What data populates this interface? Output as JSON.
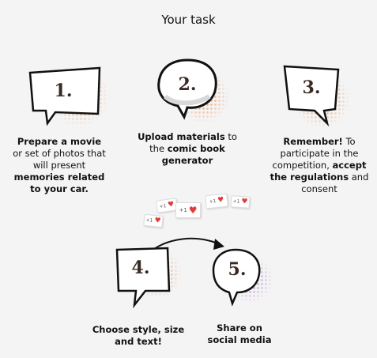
{
  "title": "Your task",
  "steps": [
    {
      "number": "1.",
      "parts": [
        {
          "t": "Prepare a movie",
          "b": true
        },
        {
          "t": " or set of photos that will present ",
          "b": false
        },
        {
          "t": "memories related to your car.",
          "b": true
        }
      ]
    },
    {
      "number": "2.",
      "parts": [
        {
          "t": "Upload materials",
          "b": true
        },
        {
          "t": " to the ",
          "b": false
        },
        {
          "t": "comic book generator",
          "b": true
        }
      ]
    },
    {
      "number": "3.",
      "parts": [
        {
          "t": "Remember!",
          "b": true
        },
        {
          "t": " To participate in the competition, ",
          "b": false
        },
        {
          "t": "accept the regulations",
          "b": true
        },
        {
          "t": " and consent",
          "b": false
        }
      ]
    },
    {
      "number": "4.",
      "parts": [
        {
          "t": "Choose style, size and text!",
          "b": true
        }
      ]
    },
    {
      "number": "5.",
      "parts": [
        {
          "t": "Share on social media",
          "b": true
        }
      ]
    }
  ],
  "likes": [
    "+1",
    "+1",
    "+1",
    "+1",
    "+1"
  ],
  "colors": {
    "halftone": "#e8894a",
    "halftone_purple": "#b07ac8",
    "number": "#3a2a22",
    "heart": "#e23b3b"
  }
}
